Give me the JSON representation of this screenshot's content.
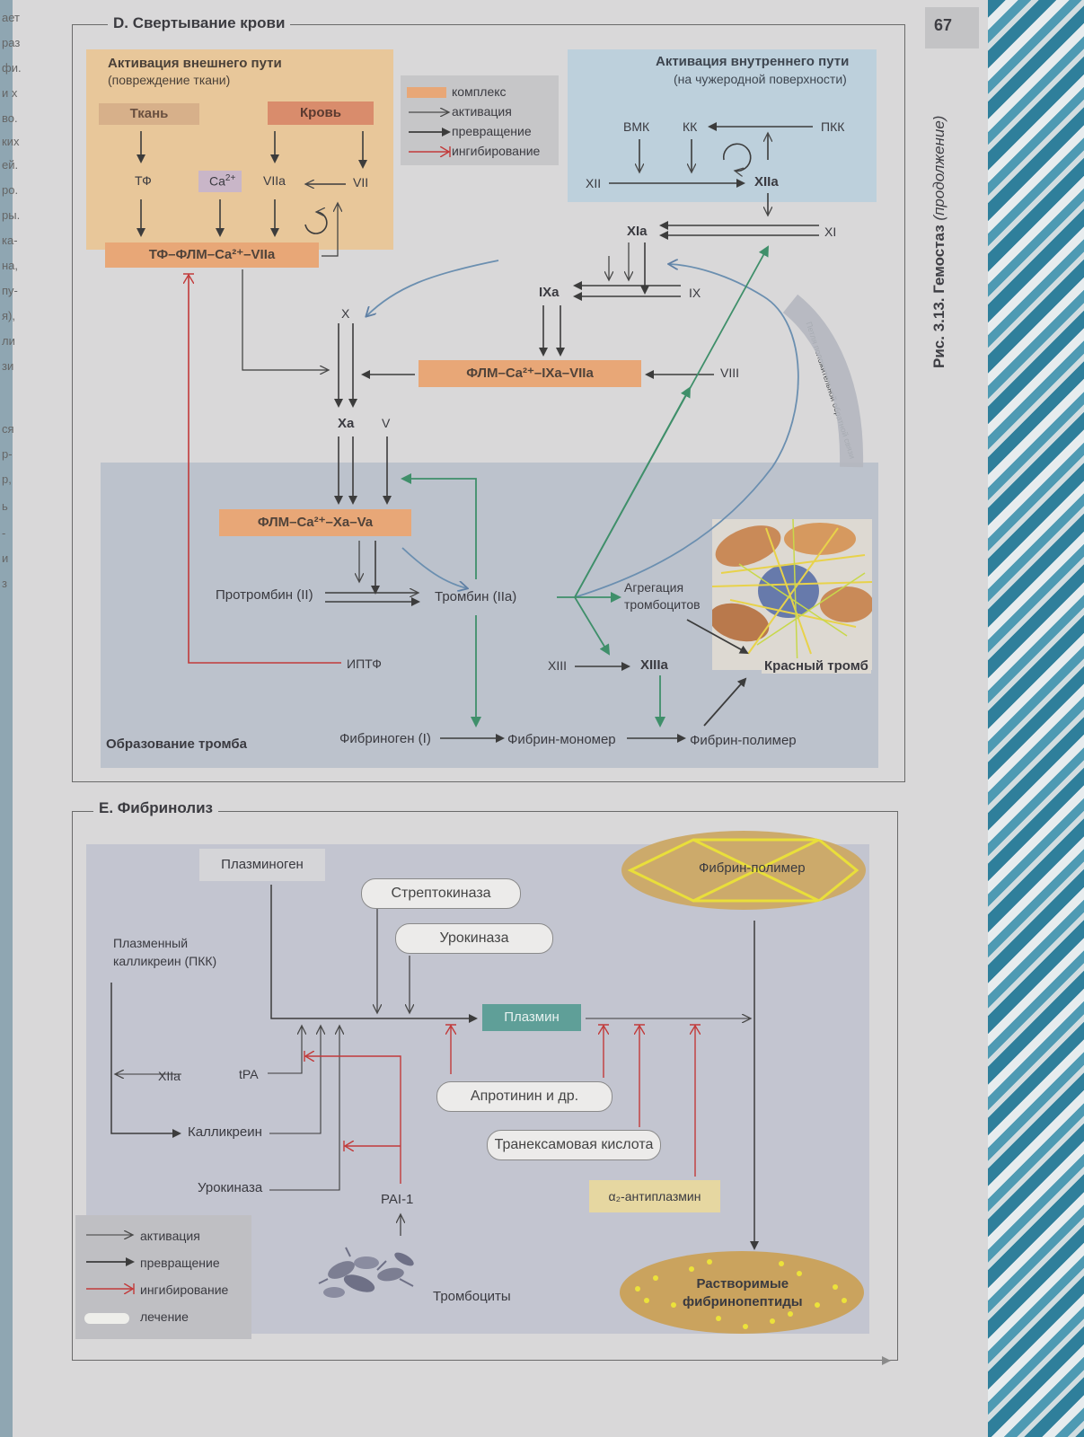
{
  "page_number": "67",
  "figure_caption": {
    "number": "Рис. 3.13.",
    "title": "Гемостаз",
    "subtitle": "(продолжение)"
  },
  "left_margin_fragments": [
    "ает",
    "раз",
    "фи.",
    "и х",
    "во.",
    "ких",
    "ей.",
    "ро.",
    "ры.",
    "ка-",
    "на,",
    "пу-",
    "я),",
    "ли",
    "зи",
    "ся",
    "р-",
    "р,",
    "ь",
    "-",
    "и",
    "з"
  ],
  "section_d": {
    "title": "D. Свертывание крови",
    "extrinsic_title": "Активация внешнего пути",
    "extrinsic_subtitle": "(повреждение ткани)",
    "tissue": "Ткань",
    "blood": "Кровь",
    "tf": "ТФ",
    "ca": "Ca",
    "ca_sup": "2+",
    "viia": "VIIa",
    "vii": "VII",
    "complex1": "ТФ–ФЛМ–Ca²⁺–VIIa",
    "legend": {
      "complex": "комплекс",
      "activation": "активация",
      "conversion": "превращение",
      "inhibition": "ингибирование"
    },
    "intrinsic_title": "Активация внутреннего пути",
    "intrinsic_subtitle": "(на чужеродной поверхности)",
    "bmk": "ВМК",
    "kk": "КК",
    "pkk": "ПКК",
    "xii": "XII",
    "xiia": "XIIa",
    "xia": "XIa",
    "xi": "XI",
    "ixa": "IXa",
    "ix": "IX",
    "x": "X",
    "complex2": "ФЛМ–Ca²⁺–IXa–VIIa",
    "viii": "VIII",
    "xa": "Xa",
    "v": "V",
    "complex3": "ФЛМ–Ca²⁺–Xa–Va",
    "prothrombin": "Протромбин (II)",
    "thrombin": "Тромбин (IIa)",
    "aggregation": "Агрегация\nтромбоцитов",
    "iptf": "ИПТФ",
    "xiii": "XIII",
    "xiiia": "XIIIa",
    "red_thrombus": "Красный тромб",
    "feedback_loop": "Петля положительной обратной связи",
    "thrombus_formation": "Образование тромба",
    "fibrinogen": "Фибриноген (I)",
    "fibrin_monomer": "Фибрин-мономер",
    "fibrin_polymer": "Фибрин-полимер"
  },
  "section_e": {
    "title": "E. Фибринолиз",
    "plasminogen": "Плазминоген",
    "streptokinase": "Стрептокиназа",
    "urokinase_pill": "Урокиназа",
    "plasmin": "Плазмин",
    "fibrin_polymer": "Фибрин-полимер",
    "plasma_kallikrein": "Плазменный\nкалликреин (ПКК)",
    "xiia": "XIIa",
    "tpa": "tPA",
    "kallikrein": "Калликреин",
    "urokinase": "Урокиназа",
    "aprotinin": "Апротинин и др.",
    "tranexamic": "Транексамовая кислота",
    "pai1": "PAI-1",
    "alpha2": "α₂-антиплазмин",
    "platelets": "Тромбоциты",
    "soluble": "Растворимые\nфибринопептиды",
    "legend": {
      "activation": "активация",
      "conversion": "превращение",
      "inhibition": "ингибирование",
      "treatment": "лечение"
    }
  },
  "colors": {
    "activation": "#6b8fb0",
    "conversion": "#3c3c3c",
    "inhibition": "#c23a3a",
    "green": "#3f8f6a",
    "complex": "#e8a777",
    "extrinsic_bg": "#e8c79a",
    "intrinsic_bg": "#bdd0dc",
    "thrombus_bg": "#bcc2cc"
  }
}
